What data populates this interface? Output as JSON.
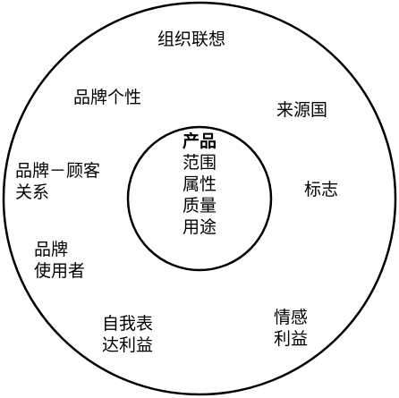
{
  "diagram": {
    "stroke_color": "#000000",
    "background_color": "#ffffff",
    "outer_labels": {
      "organizational_associations": "组织联想",
      "brand_personality": "品牌个性",
      "country_of_origin": "来源国",
      "brand_customer_relationship": {
        "line1": "品牌－顾客",
        "line2": "关系"
      },
      "symbol": "标志",
      "brand_user": {
        "line1": "品牌",
        "line2": "使用者"
      },
      "emotional_benefits": {
        "line1": "情感",
        "line2": "利益"
      },
      "self_expressive_benefits": {
        "line1": "自我表",
        "line2": "达利益"
      }
    },
    "center": {
      "title": "产品",
      "items": [
        "范围",
        "属性",
        "质量",
        "用途"
      ]
    }
  }
}
